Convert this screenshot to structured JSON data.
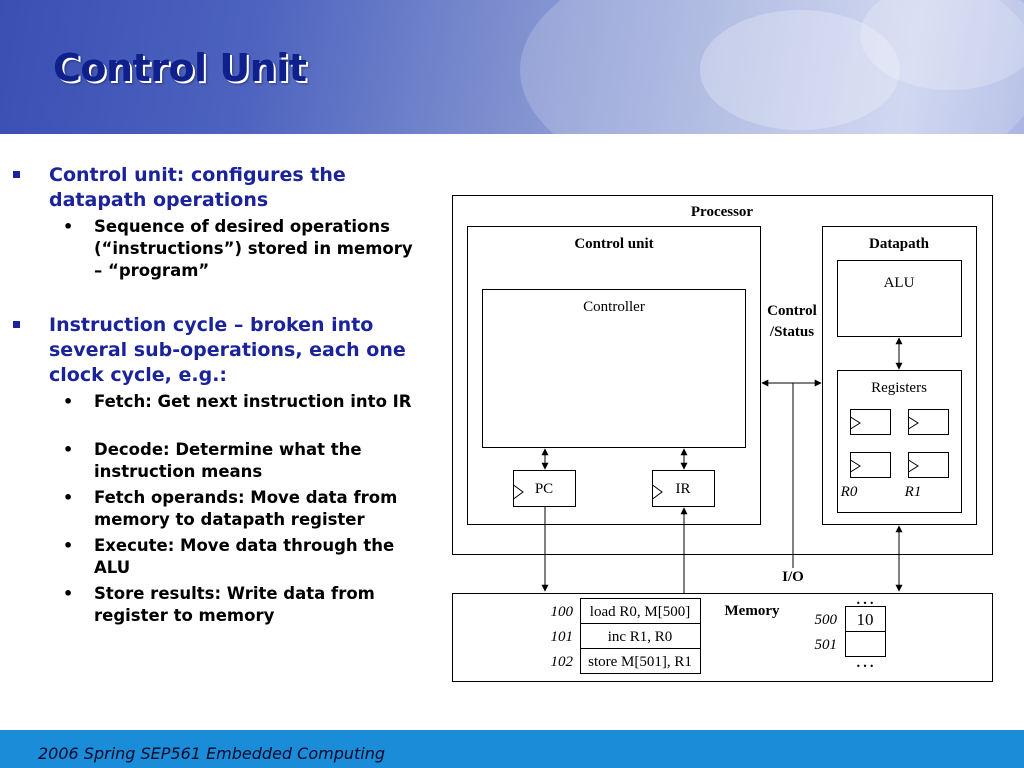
{
  "slide": {
    "title": "Control Unit",
    "bullets": [
      {
        "text": "Control unit: configures the datapath operations",
        "sub": [
          "Sequence of desired operations (“instructions”) stored in memory – “program”"
        ]
      },
      {
        "text": "Instruction cycle – broken into several sub-operations, each one clock cycle, e.g.:",
        "sub": [
          "Fetch: Get next instruction into IR",
          "Decode: Determine what the instruction means",
          "Fetch operands: Move data from memory to datapath register",
          "Execute: Move data through the ALU",
          "Store results: Write data from register to memory"
        ]
      }
    ],
    "footer": "2006  Spring SEP561 Embedded Computing"
  },
  "diagram": {
    "processor_label": "Processor",
    "control_unit_label": "Control unit",
    "controller_label": "Controller",
    "pc_label": "PC",
    "ir_label": "IR",
    "datapath_label": "Datapath",
    "alu_label": "ALU",
    "registers_label": "Registers",
    "r0_label": "R0",
    "r1_label": "R1",
    "control_status_label": [
      "Control",
      "/Status"
    ],
    "io_label": "I/O",
    "memory_label": "Memory",
    "program": [
      {
        "addr": "100",
        "instr": "load R0, M[500]"
      },
      {
        "addr": "101",
        "instr": "inc R1, R0"
      },
      {
        "addr": "102",
        "instr": "store M[501], R1"
      }
    ],
    "data": [
      {
        "addr": "500",
        "value": "10"
      },
      {
        "addr": "501",
        "value": ""
      }
    ],
    "ellipsis": "…"
  },
  "colors": {
    "title": "#0f1f8c",
    "bullet_text": "#1a239a",
    "footer_bg": "#1a8cd8"
  }
}
